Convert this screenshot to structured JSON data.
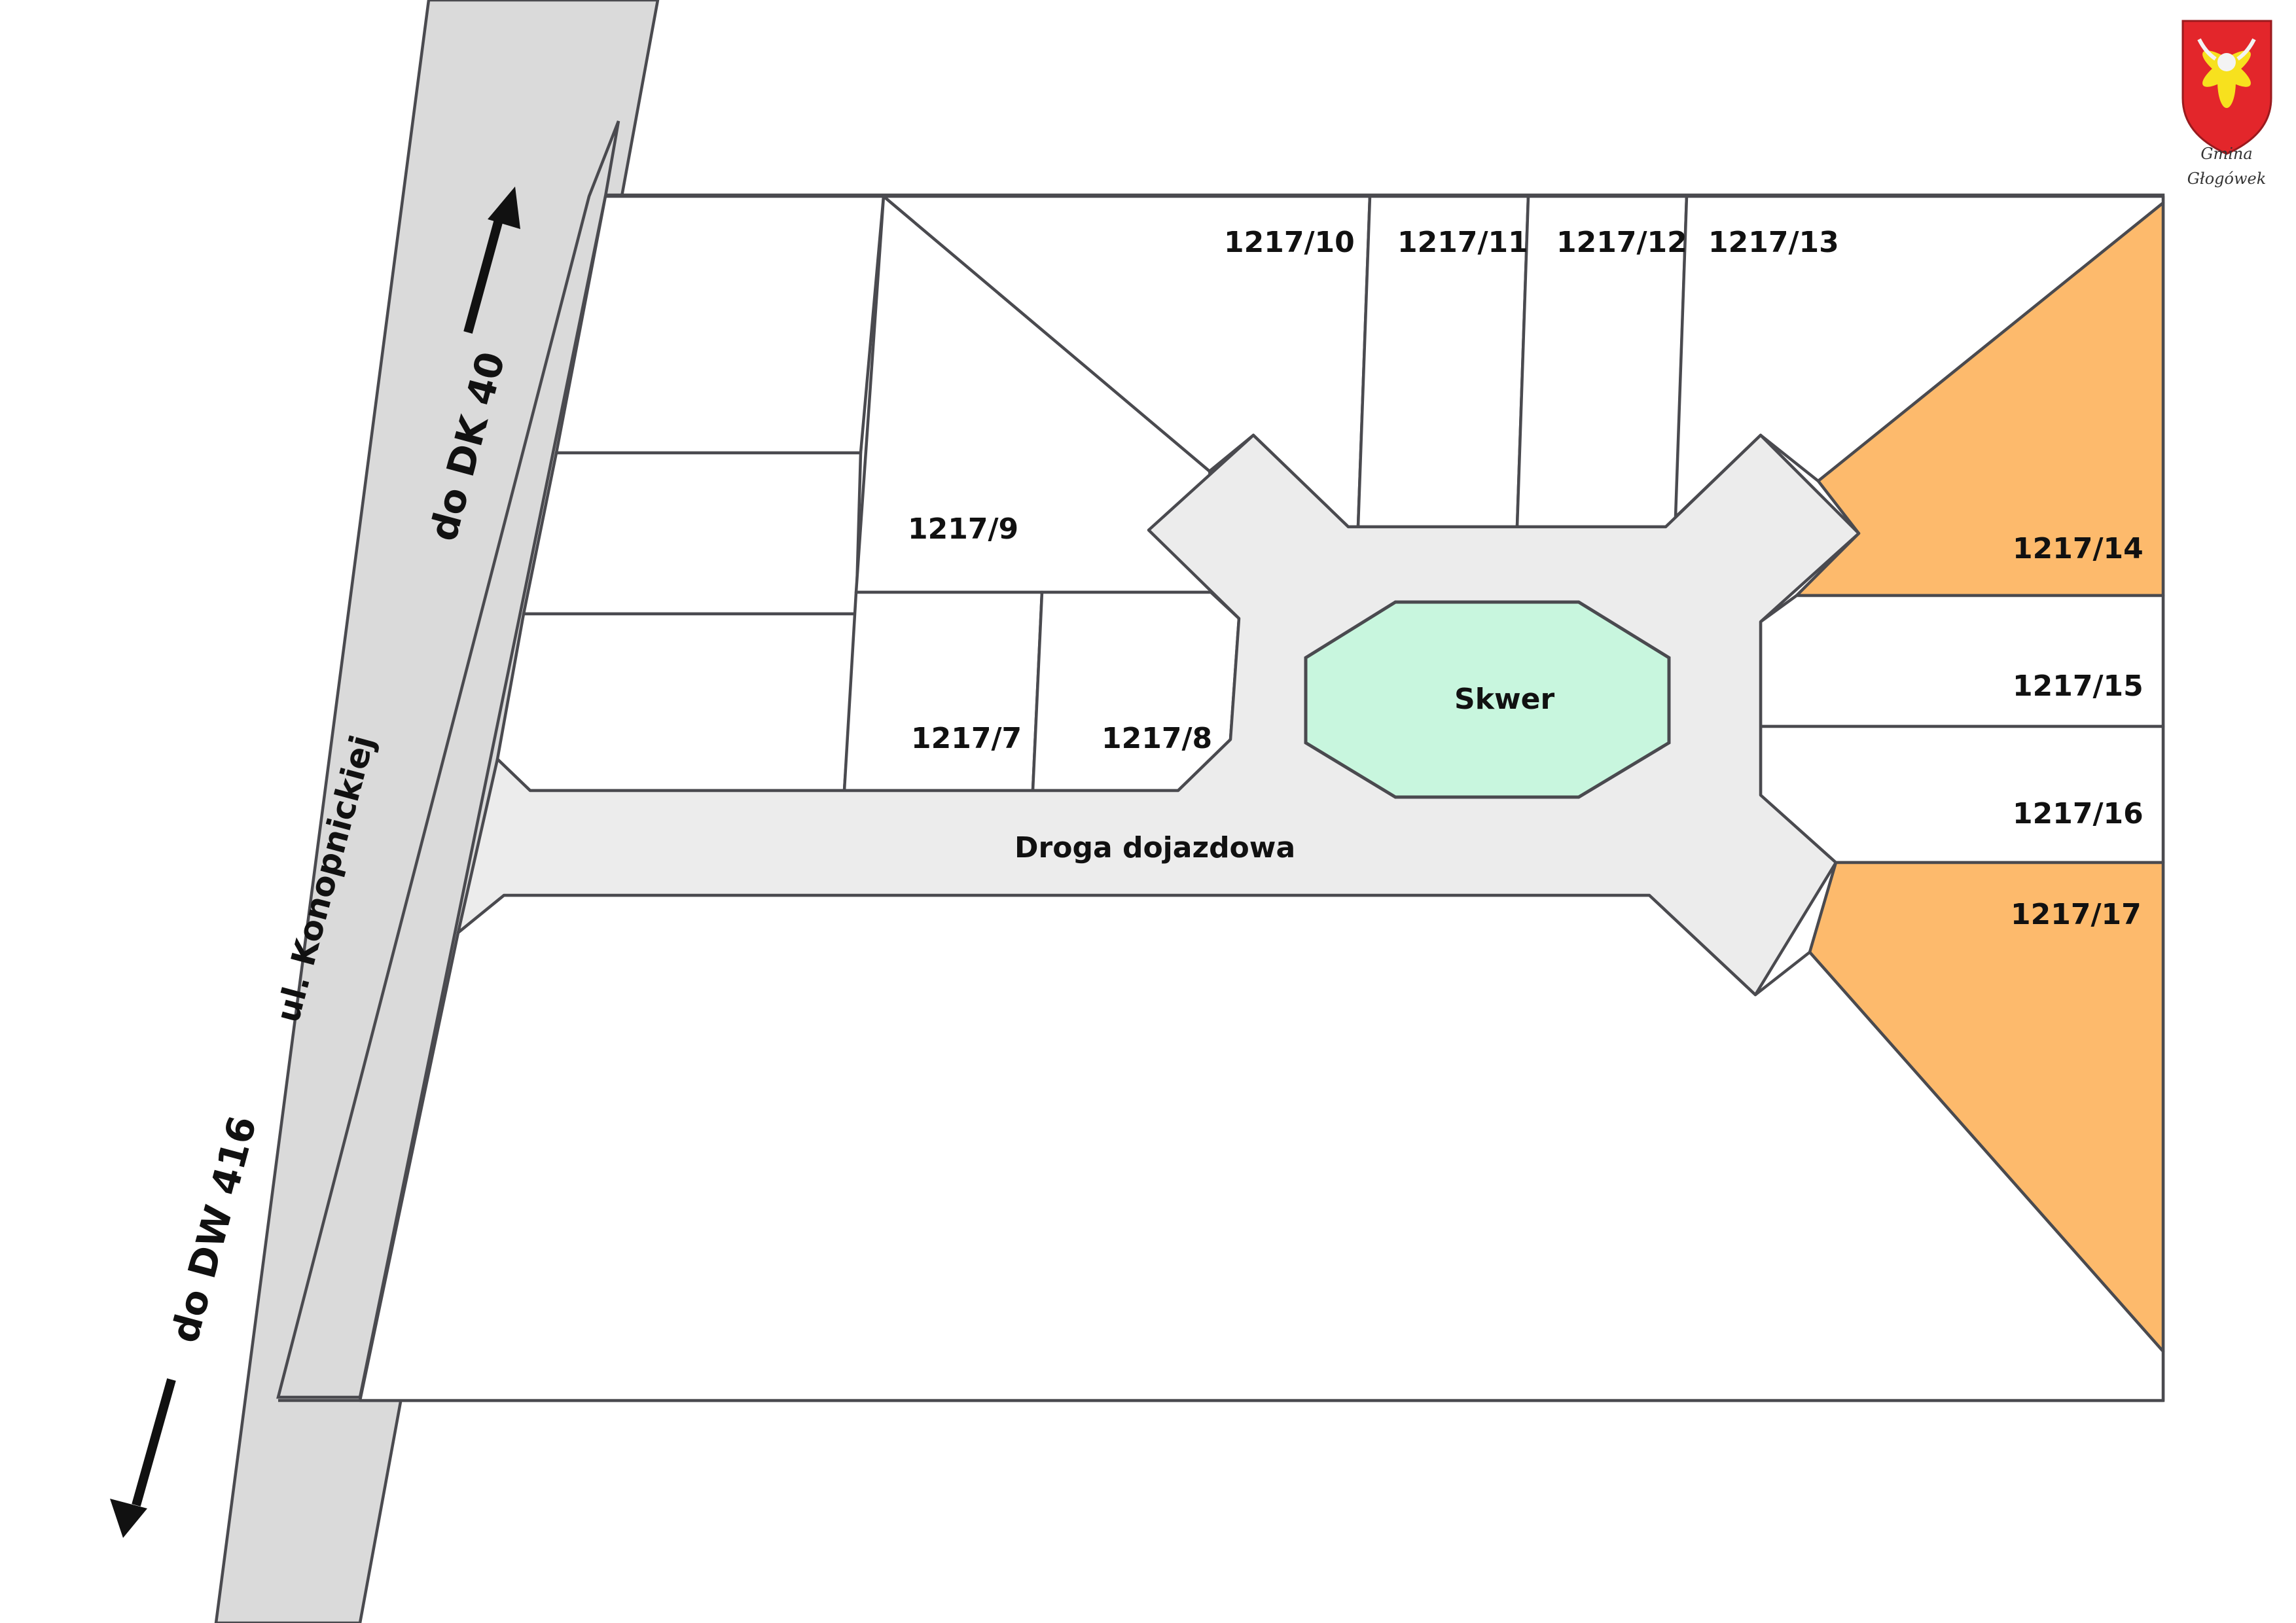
{
  "map": {
    "roads": {
      "direction_north": "do DK 40",
      "direction_south": "do DW 416",
      "street_name": "ul. Konopnickiej",
      "access_road": "Droga dojazdowa"
    },
    "square_label": "Skwer",
    "plots": {
      "p7": "1217/7",
      "p8": "1217/8",
      "p9": "1217/9",
      "p10": "1217/10",
      "p11": "1217/11",
      "p12": "1217/12",
      "p13": "1217/13",
      "p14": "1217/14",
      "p15": "1217/15",
      "p16": "1217/16",
      "p17": "1217/17"
    },
    "highlighted_plots": [
      "1217/14",
      "1217/17"
    ],
    "crest": {
      "line1": "Gmina",
      "line2": "Głogówek"
    },
    "colors": {
      "highlight": "#fdba6c",
      "square": "#c8f6de",
      "main_road": "#dadada",
      "access_road": "#ececec"
    }
  }
}
